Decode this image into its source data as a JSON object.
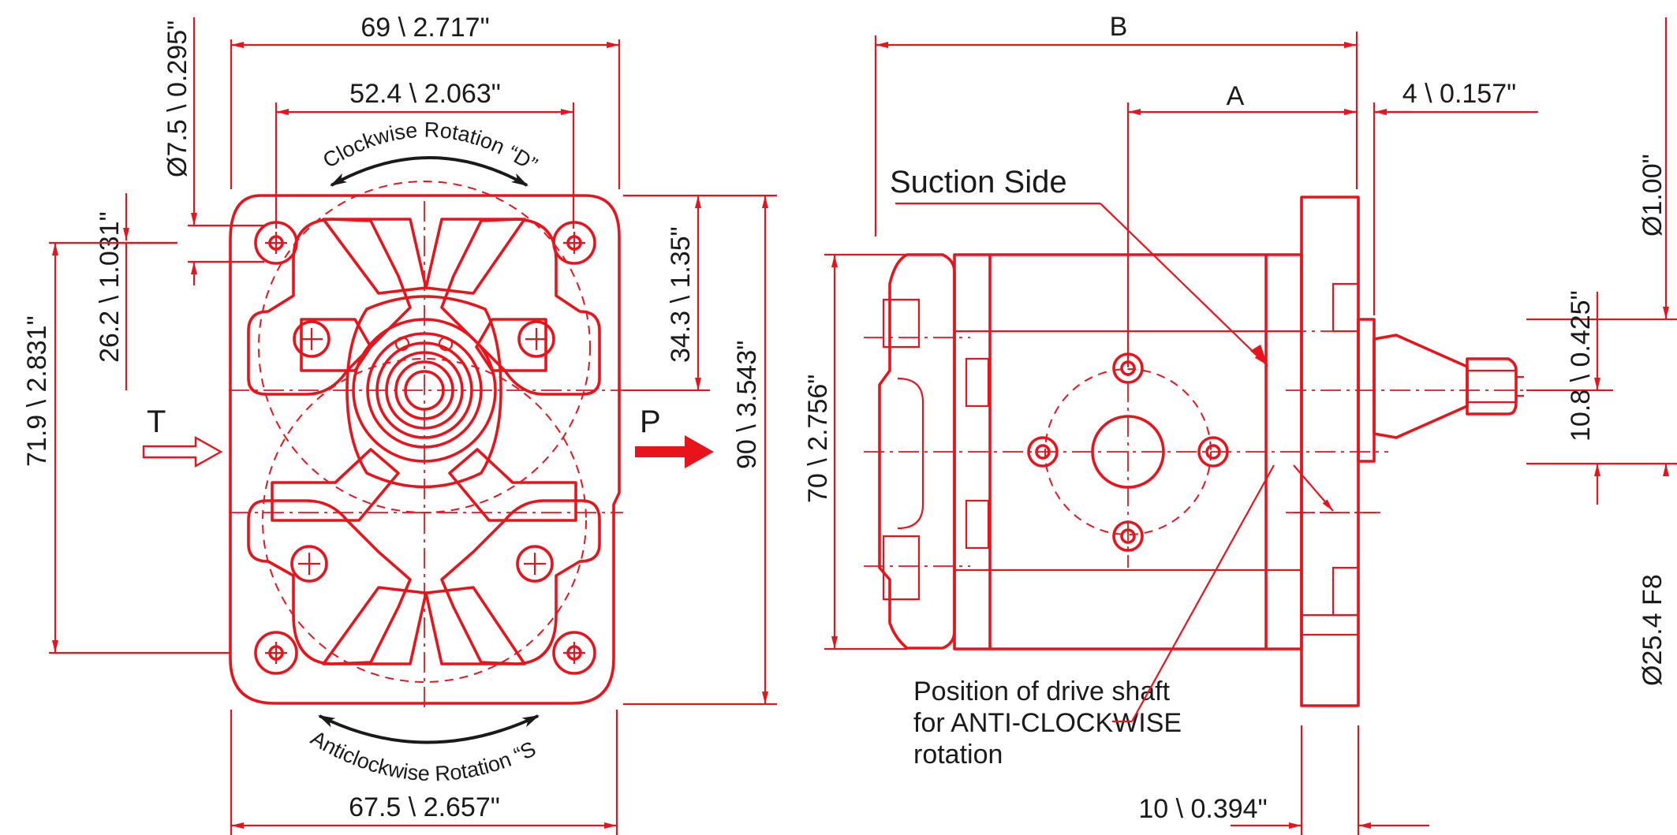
{
  "front_view": {
    "dim_width_top": "69 \\ 2.717\"",
    "dim_bolt_spacing_top": "52.4 \\ 2.063\"",
    "dim_hole_dia": "Ø7.5 \\ 0.295\"",
    "dim_port_offset": "26.2 \\ 1.031\"",
    "dim_overall_height_left": "71.9 \\ 2.831\"",
    "dim_port_height": "34.3 \\ 1.35\"",
    "dim_overall_height": "90 \\ 3.543\"",
    "dim_width_bottom": "67.5 \\ 2.657\"",
    "port_inlet": "T",
    "port_outlet": "P",
    "rotation_cw": "Clockwise Rotation “D”",
    "rotation_ccw": "Anticlockwise Rotation “S”"
  },
  "side_view": {
    "dim_b": "B",
    "dim_a": "A",
    "dim_shaft_shoulder": "4 \\ 0.157\"",
    "dim_shaft_dia": "Ø1.00\"",
    "dim_shaft_offset": "10.8 \\ 0.425\"",
    "dim_body_height": "70 \\ 2.756\"",
    "dim_pilot_dia": "Ø25.4 F8",
    "dim_flange_thickness": "10 \\ 0.394\"",
    "label_suction": "Suction Side",
    "note_line1": "Position of drive shaft",
    "note_line2": "for ANTI-CLOCKWISE",
    "note_line3": "rotation"
  },
  "colors": {
    "line": "#e8141c",
    "text": "#1a1a1a",
    "background": "#ffffff"
  }
}
